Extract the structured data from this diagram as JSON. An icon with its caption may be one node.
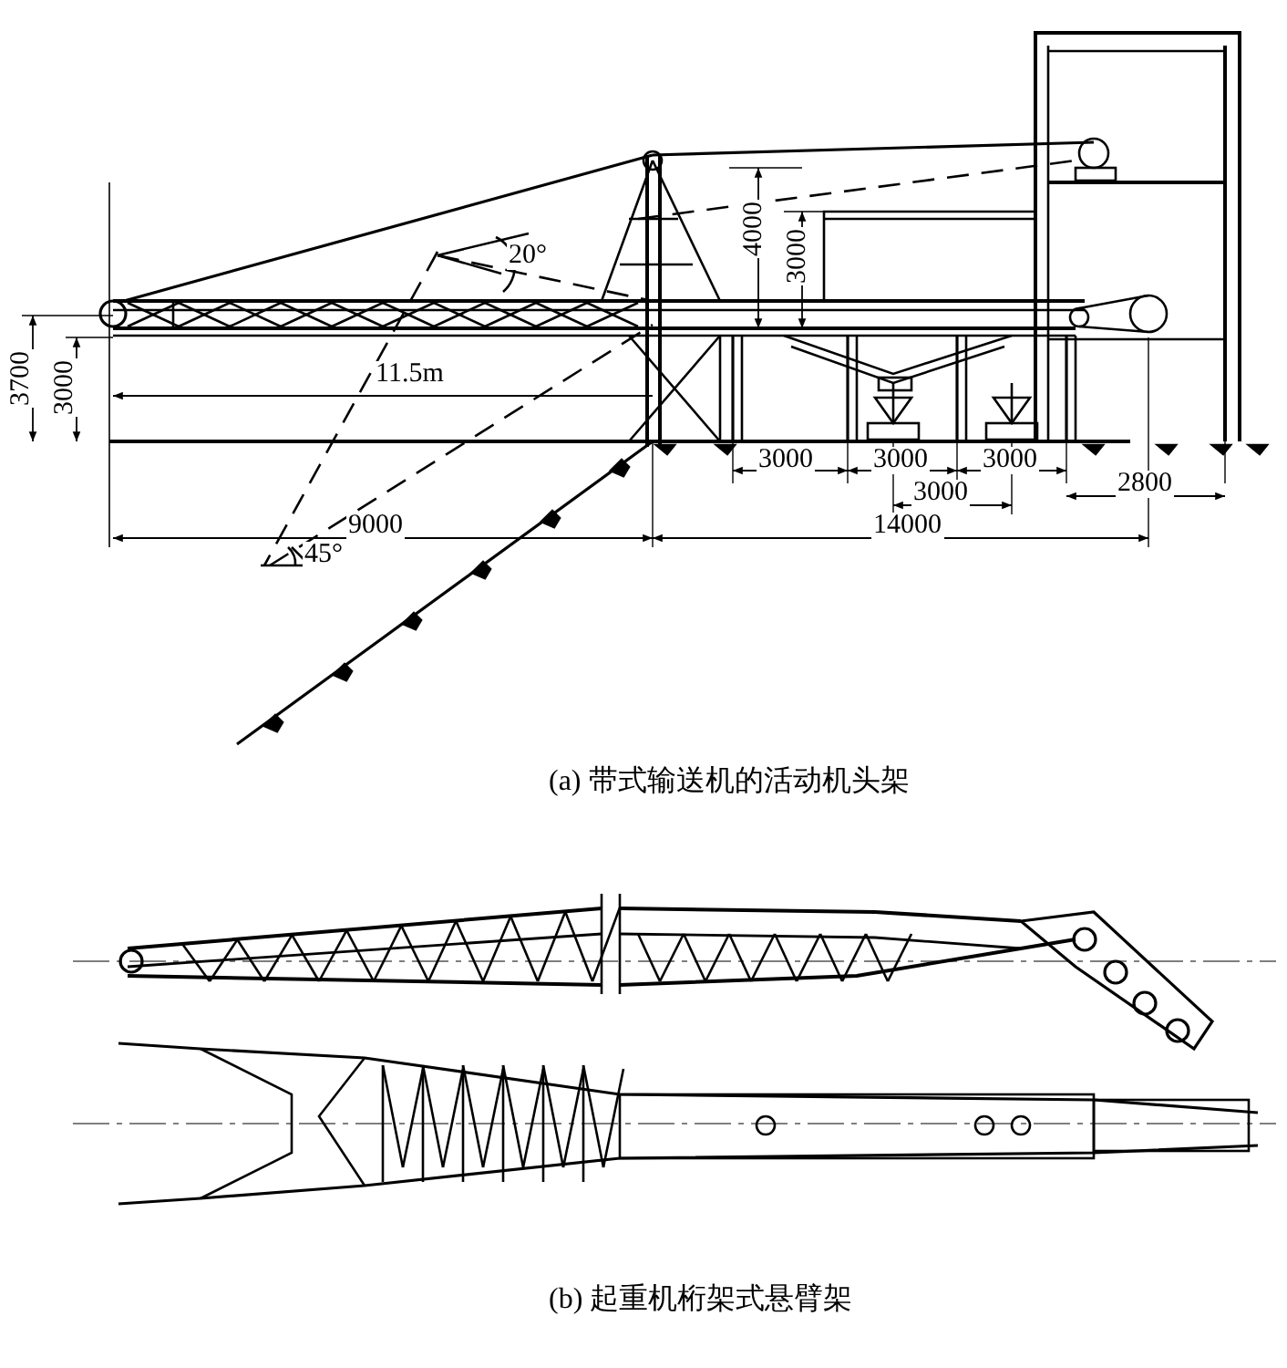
{
  "diagram": {
    "labels": [
      "20°",
      "4000",
      "3000",
      "3700",
      "3000",
      "11.5m",
      "3000",
      "3000",
      "3000",
      "3000",
      "2800",
      "9000",
      "14000",
      "45°",
      "(a) 带式输送机的活动机头架",
      "(b) 起重机桁架式悬臂架"
    ]
  }
}
